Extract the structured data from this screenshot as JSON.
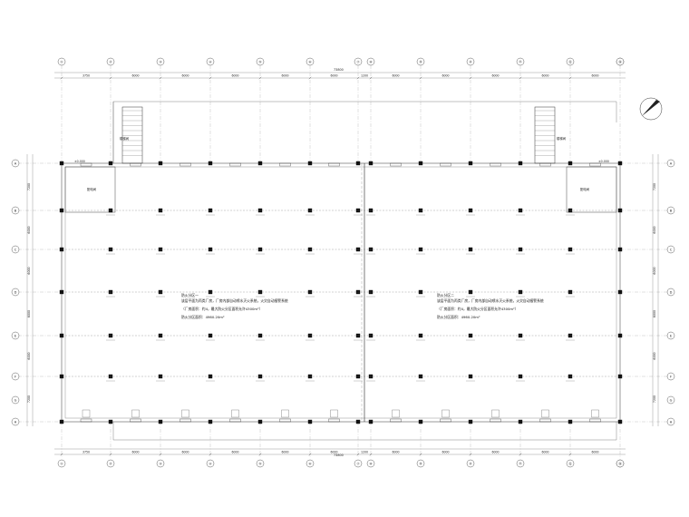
{
  "grid": {
    "top_labels": [
      "①",
      "②",
      "③",
      "④",
      "⑤",
      "⑥",
      "⑦",
      "⑧",
      "⑨",
      "⑩",
      "⑪",
      "⑫",
      "⑬",
      "⑭"
    ],
    "bottom_labels": [
      "①",
      "②",
      "③",
      "④",
      "⑤",
      "⑥",
      "⑦",
      "⑧",
      "⑨",
      "⑩",
      "⑪",
      "⑫",
      "⑬",
      "⑭"
    ],
    "left_labels": [
      "A",
      "B",
      "C",
      "D",
      "E",
      "F",
      "G",
      "H"
    ],
    "right_labels": [
      "A",
      "B",
      "C",
      "D",
      "E",
      "F",
      "G",
      "H"
    ]
  },
  "dimensions": {
    "top_spans": [
      "3750",
      "6000",
      "6000",
      "6000",
      "6000",
      "6000",
      "1200",
      "6000",
      "6000",
      "6000",
      "6000",
      "6000",
      "3750"
    ],
    "top_total": "73800",
    "bottom_spans": [
      "3750",
      "6000",
      "6000",
      "6000",
      "6000",
      "6000",
      "1200",
      "6000",
      "6000",
      "6000",
      "6000",
      "6000",
      "3750"
    ],
    "bottom_total": "73800",
    "left_spans": [
      "7200",
      "6000",
      "6000",
      "6000",
      "6000",
      "7200"
    ],
    "right_spans": [
      "7200",
      "6000",
      "6000",
      "6000",
      "6000",
      "7200"
    ]
  },
  "notes": {
    "left": {
      "title": "防火分区一",
      "line1": "该层平面为丙类厂房，厂房内部自动喷水灭火系统，火灾自动报警系统",
      "line2": "（厂房面积：约4，最大防火分区面积允许4300m²）",
      "line3": "防火分区面积：4960.20m²"
    },
    "right": {
      "title": "防火分区二",
      "line1": "该层平面为丙类厂房，厂房内部自动喷水灭火系统，火灾自动报警系统",
      "line2": "（厂房面积：约4，最大防火分区面积允许4300m²）",
      "line3": "防火分区面积：4960.20m²"
    }
  },
  "rooms": {
    "left_stair": "楼梯间",
    "right_stair": "楼梯间",
    "left_room": "配电间",
    "right_room": "配电间"
  },
  "elevation_marks": {
    "left": "±0.000",
    "right": "±0.000"
  }
}
